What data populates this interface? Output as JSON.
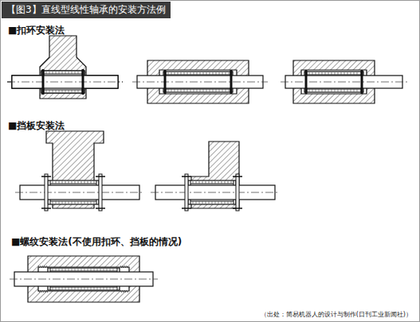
{
  "diagram": {
    "title": "【图3】直线型线性轴承的安装方法例",
    "caption": "（出处：简易机器人的设计与制作(日刊工业新闻社)）",
    "labels": [
      "■扣环安装法",
      "■挡板安装法",
      "■螺纹安装法(不使用扣环、挡板的情况)"
    ]
  }
}
